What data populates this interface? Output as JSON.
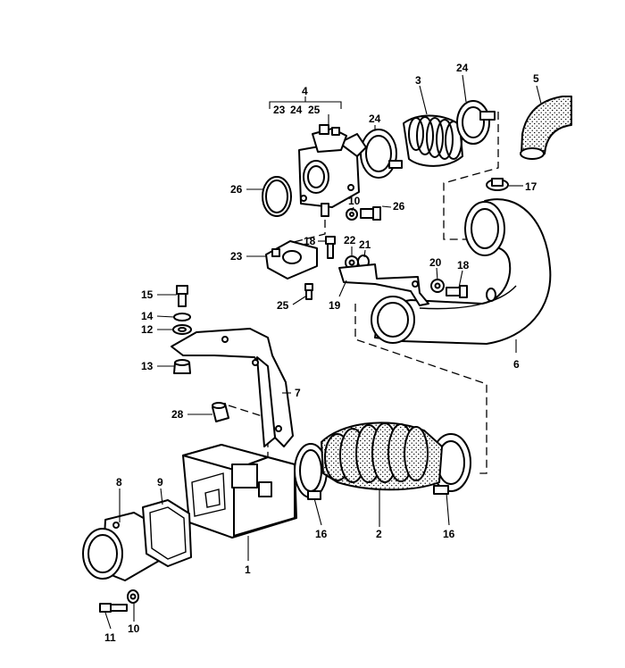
{
  "callouts": [
    {
      "id": "c4",
      "text": "4"
    },
    {
      "id": "c4a",
      "text": "23"
    },
    {
      "id": "c4b",
      "text": "24"
    },
    {
      "id": "c4c",
      "text": "25"
    },
    {
      "id": "c3",
      "text": "3"
    },
    {
      "id": "c24a",
      "text": "24"
    },
    {
      "id": "c24b",
      "text": "24"
    },
    {
      "id": "c5",
      "text": "5"
    },
    {
      "id": "c26a",
      "text": "26"
    },
    {
      "id": "c10a",
      "text": "10"
    },
    {
      "id": "c26b",
      "text": "26"
    },
    {
      "id": "c17",
      "text": "17"
    },
    {
      "id": "c18a",
      "text": "18"
    },
    {
      "id": "c22",
      "text": "22"
    },
    {
      "id": "c21",
      "text": "21"
    },
    {
      "id": "c23",
      "text": "23"
    },
    {
      "id": "c20",
      "text": "20"
    },
    {
      "id": "c18b",
      "text": "18"
    },
    {
      "id": "c25",
      "text": "25"
    },
    {
      "id": "c19",
      "text": "19"
    },
    {
      "id": "c15",
      "text": "15"
    },
    {
      "id": "c14",
      "text": "14"
    },
    {
      "id": "c12",
      "text": "12"
    },
    {
      "id": "c13",
      "text": "13"
    },
    {
      "id": "c6",
      "text": "6"
    },
    {
      "id": "c7",
      "text": "7"
    },
    {
      "id": "c28",
      "text": "28"
    },
    {
      "id": "c8",
      "text": "8"
    },
    {
      "id": "c9",
      "text": "9"
    },
    {
      "id": "c16a",
      "text": "16"
    },
    {
      "id": "c2",
      "text": "2"
    },
    {
      "id": "c16b",
      "text": "16"
    },
    {
      "id": "c1",
      "text": "1"
    },
    {
      "id": "c11",
      "text": "11"
    },
    {
      "id": "c10b",
      "text": "10"
    }
  ],
  "colors": {
    "ink": "#000000",
    "paper": "#ffffff"
  }
}
